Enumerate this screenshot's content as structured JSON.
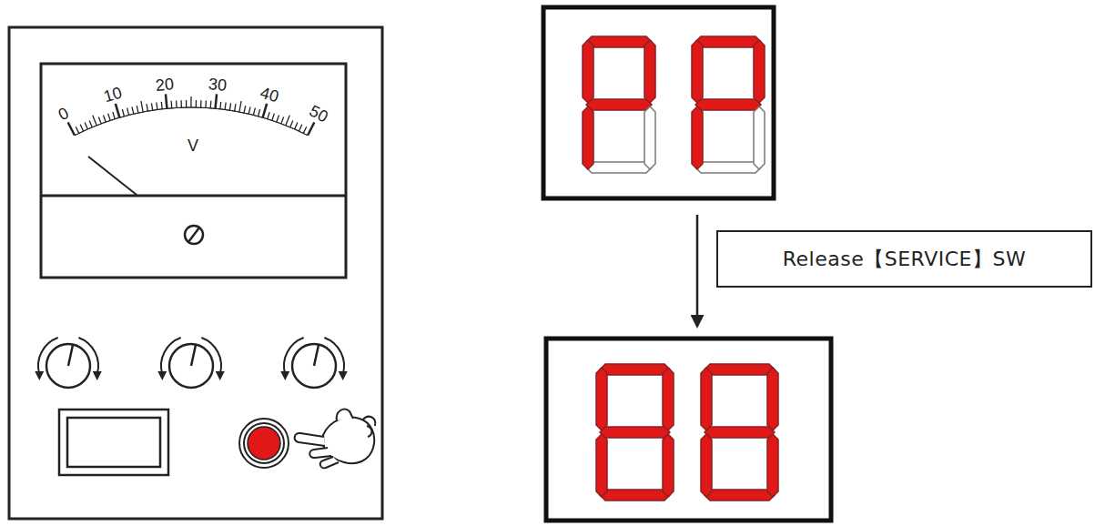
{
  "diagram": {
    "nodes": [
      {
        "text": [
          "Release【SERVICE】SW"
        ]
      }
    ],
    "labels": [
      "0",
      "10",
      "20",
      "30",
      "40",
      "50",
      "V"
    ]
  }
}
